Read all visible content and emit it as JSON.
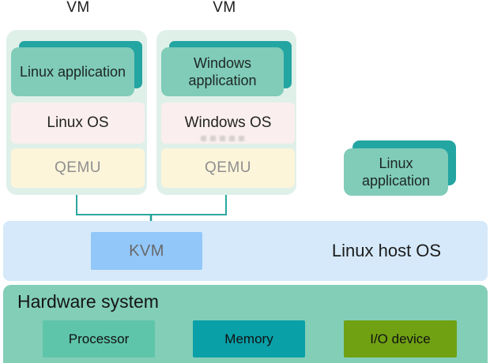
{
  "vms": [
    {
      "label": "VM",
      "application": "Linux application",
      "os": "Linux OS",
      "emulator": "QEMU"
    },
    {
      "label": "VM",
      "application": "Windows application",
      "os": "Windows OS",
      "emulator": "QEMU"
    }
  ],
  "host_application": "Linux application",
  "host_os": {
    "kvm_label": "KVM",
    "label": "Linux host OS"
  },
  "hardware": {
    "title": "Hardware system",
    "components": [
      {
        "label": "Processor"
      },
      {
        "label": "Memory"
      },
      {
        "label": "I/O device"
      }
    ]
  },
  "colors": {
    "vm_container": "#dff0e9",
    "app_card": "#80ccb8",
    "app_card_shadow": "#23a5a2",
    "os_box": "#faefee",
    "qemu_box": "#fcf5da",
    "qemu_text": "#8f8f8f",
    "kvm_box": "#92c7f9",
    "host_band": "#d5e9fa",
    "hardware_band": "#82ceb6",
    "processor_box": "#5ec5aa",
    "memory_box": "#09a0a8",
    "io_device_box": "#70a112",
    "connector": "#2ba79e",
    "text_dark": "#1f1f1f"
  }
}
